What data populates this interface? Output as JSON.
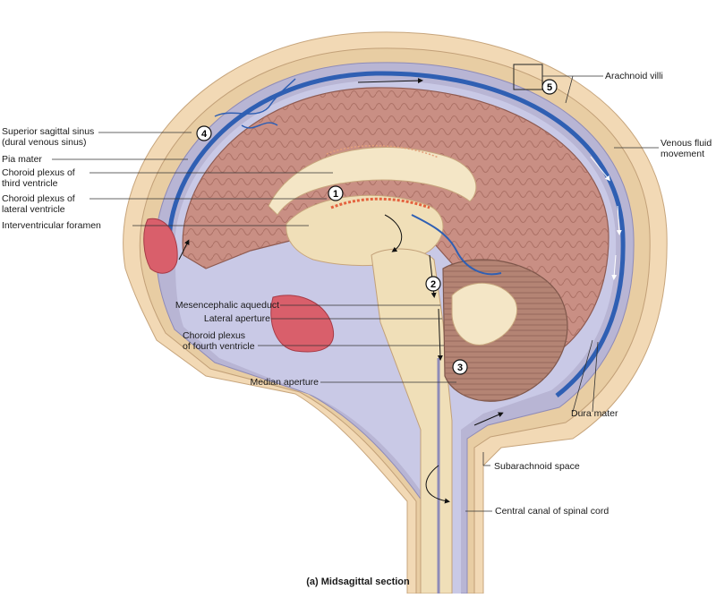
{
  "labels": {
    "arachnoid_villi": "Arachnoid villi",
    "superior_sagittal_sinus_1": "Superior sagittal sinus",
    "superior_sagittal_sinus_2": "(dural venous sinus)",
    "pia_mater": "Pia mater",
    "choroid_third_1": "Choroid plexus of",
    "choroid_third_2": "third ventricle",
    "choroid_lateral_1": "Choroid plexus of",
    "choroid_lateral_2": "lateral ventricle",
    "interventricular_foramen": "Interventricular foramen",
    "venous_fluid_1": "Venous fluid",
    "venous_fluid_2": "movement",
    "mesencephalic_aqueduct": "Mesencephalic aqueduct",
    "lateral_aperture": "Lateral aperture",
    "choroid_fourth_1": "Choroid plexus",
    "choroid_fourth_2": "of fourth ventricle",
    "median_aperture": "Median aperture",
    "dura_mater": "Dura mater",
    "subarachnoid_space": "Subarachnoid space",
    "central_canal": "Central canal of spinal cord"
  },
  "steps": [
    "1",
    "2",
    "3",
    "4",
    "5"
  ],
  "caption": "(a) Midsagittal section",
  "colors": {
    "scalp": "#f2d9b5",
    "skull": "#e8cda3",
    "dura": "#b8b5d4",
    "sinus": "#2f5fb3",
    "csf": "#c9c9e6",
    "cortex": "#c98f84",
    "cortex_dark": "#a86d62",
    "white_matter": "#f4e6c6",
    "brainstem": "#f0dfb8",
    "cerebellum": "#b48474",
    "choroid": "#e4623e",
    "nasal": "#d95f6b"
  }
}
